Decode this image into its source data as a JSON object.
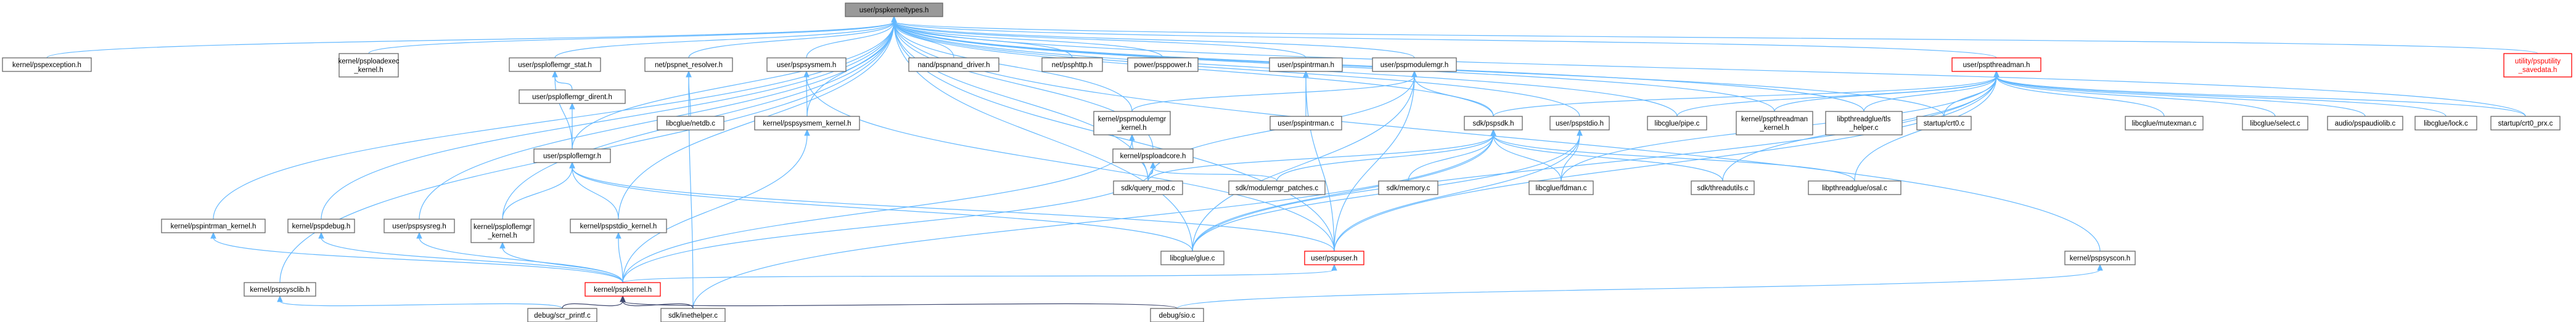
{
  "graph": {
    "root": "user/pspkerneltypes.h",
    "nodes": [
      {
        "id": "root",
        "label": "user/pspkerneltypes.h",
        "style": "root"
      },
      {
        "id": "kexc",
        "label": "kernel/pspexception.h"
      },
      {
        "id": "kloadexec",
        "label": [
          "kernel/psploadexec",
          "_kernel.h"
        ]
      },
      {
        "id": "uiostat",
        "label": "user/psploflemgr_stat.h"
      },
      {
        "id": "netres",
        "label": "net/pspnet_resolver.h"
      },
      {
        "id": "usysmem",
        "label": "user/pspsysmem.h"
      },
      {
        "id": "nand",
        "label": "nand/pspnand_driver.h"
      },
      {
        "id": "nethttp",
        "label": "net/psphttp.h"
      },
      {
        "id": "power",
        "label": "power/psppower.h"
      },
      {
        "id": "uintrman",
        "label": "user/pspintrman.h"
      },
      {
        "id": "umodmgr",
        "label": "user/pspmodulemgr.h"
      },
      {
        "id": "uthreadman",
        "label": "user/pspthreadman.h",
        "style": "red"
      },
      {
        "id": "utility",
        "label": [
          "utility/psputility",
          "_savedata.h"
        ],
        "style": "red-text"
      },
      {
        "id": "uiodirent",
        "label": "user/psploflemgr_dirent.h"
      },
      {
        "id": "libnetdb",
        "label": "libcglue/netdb.c"
      },
      {
        "id": "ksysmem",
        "label": "kernel/pspsysmem_kernel.h"
      },
      {
        "id": "kmodmgr",
        "label": [
          "kernel/pspmodulemgr",
          "_kernel.h"
        ]
      },
      {
        "id": "uintrmanc",
        "label": "user/pspintrman.c"
      },
      {
        "id": "sdkh",
        "label": "sdk/pspsdk.h"
      },
      {
        "id": "ustdio",
        "label": "user/pspstdio.h"
      },
      {
        "id": "pipe",
        "label": "libcglue/pipe.c"
      },
      {
        "id": "kthreadman",
        "label": [
          "kernel/pspthreadman",
          "_kernel.h"
        ]
      },
      {
        "id": "libpthhelper",
        "label": [
          "libpthreadglue/tls",
          "_helper.c"
        ]
      },
      {
        "id": "crt0",
        "label": "startup/crt0.c"
      },
      {
        "id": "mutexman",
        "label": "libcglue/mutexman.c"
      },
      {
        "id": "select",
        "label": "libcglue/select.c"
      },
      {
        "id": "audiolib",
        "label": "audio/pspaudiolib.c"
      },
      {
        "id": "lock",
        "label": "libcglue/lock.c"
      },
      {
        "id": "crt0prx",
        "label": "startup/crt0_prx.c"
      },
      {
        "id": "uiofilemgr",
        "label": "user/psploflemgr.h"
      },
      {
        "id": "kloadcore",
        "label": "kernel/psploadcore.h"
      },
      {
        "id": "querymod",
        "label": "sdk/query_mod.c"
      },
      {
        "id": "sdkmodpatch",
        "label": "sdk/modulemgr_patches.c"
      },
      {
        "id": "memory",
        "label": "sdk/memory.c"
      },
      {
        "id": "fdman",
        "label": "libcglue/fdman.c"
      },
      {
        "id": "threadutils",
        "label": "sdk/threadutils.c"
      },
      {
        "id": "osal",
        "label": "libpthreadglue/osal.c"
      },
      {
        "id": "kintrman",
        "label": "kernel/pspintrman_kernel.h"
      },
      {
        "id": "kdebug",
        "label": "kernel/pspdebug.h"
      },
      {
        "id": "usysreg",
        "label": "user/pspsysreg.h"
      },
      {
        "id": "kiofilemgr",
        "label": [
          "kernel/psploflemgr",
          "_kernel.h"
        ]
      },
      {
        "id": "kstdio",
        "label": "kernel/pspstdio_kernel.h"
      },
      {
        "id": "glue",
        "label": "libcglue/glue.c"
      },
      {
        "id": "uuser",
        "label": "user/pspuser.h",
        "style": "red"
      },
      {
        "id": "ksyscon",
        "label": "kernel/pspsyscon.h"
      },
      {
        "id": "ksysclib",
        "label": "kernel/pspsysclib.h"
      },
      {
        "id": "kkernel",
        "label": "kernel/pspkernel.h",
        "style": "red"
      },
      {
        "id": "scrprintf",
        "label": "debug/scr_printf.c"
      },
      {
        "id": "inethelper",
        "label": "sdk/inethelper.c"
      },
      {
        "id": "sio",
        "label": "debug/sio.c"
      }
    ]
  }
}
